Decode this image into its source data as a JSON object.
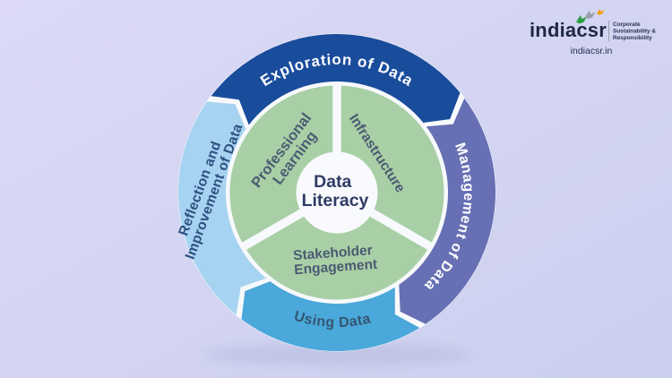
{
  "background": {
    "gradient_from": "#dcdaf6",
    "gradient_to": "#cbcfee"
  },
  "diagram": {
    "center": {
      "line1": "Data",
      "line2": "Literacy",
      "text_color": "#2e3c66"
    },
    "inner_ring": {
      "color": "#a9cfa6",
      "label_color": "#4b5b72",
      "sectors": [
        {
          "id": "professional-learning",
          "line1": "Professional",
          "line2": "Learning"
        },
        {
          "id": "infrastructure",
          "line1": "Infrastructure"
        },
        {
          "id": "stakeholder-engagement",
          "line1": "Stakeholder",
          "line2": "Engagement"
        }
      ]
    },
    "outer_ring": {
      "segments": [
        {
          "id": "exploration-of-data",
          "label": "Exploration of Data",
          "color": "#1a4c9c",
          "text_color": "#ffffff"
        },
        {
          "id": "management-of-data",
          "label": "Management of Data",
          "color": "#6770b4",
          "text_color": "#ffffff"
        },
        {
          "id": "using-data",
          "label": "Using Data",
          "color": "#4aa8da",
          "text_color": "#345672"
        },
        {
          "id": "reflection-improvement",
          "line1": "Reflection and",
          "line2": "Improvement of Data",
          "color": "#a6d3f1",
          "text_color": "#2e5180"
        }
      ]
    }
  },
  "logo": {
    "brand": "indiacsr",
    "brand_color": "#1f2746",
    "tagline_line1": "Corporate",
    "tagline_line2": "Sustainability &",
    "tagline_line3": "Responsibility",
    "website": "indiacsr.in",
    "bird_green": "#2f9e44",
    "bird_gray": "#98a0aa",
    "bird_orange": "#f59f00"
  }
}
